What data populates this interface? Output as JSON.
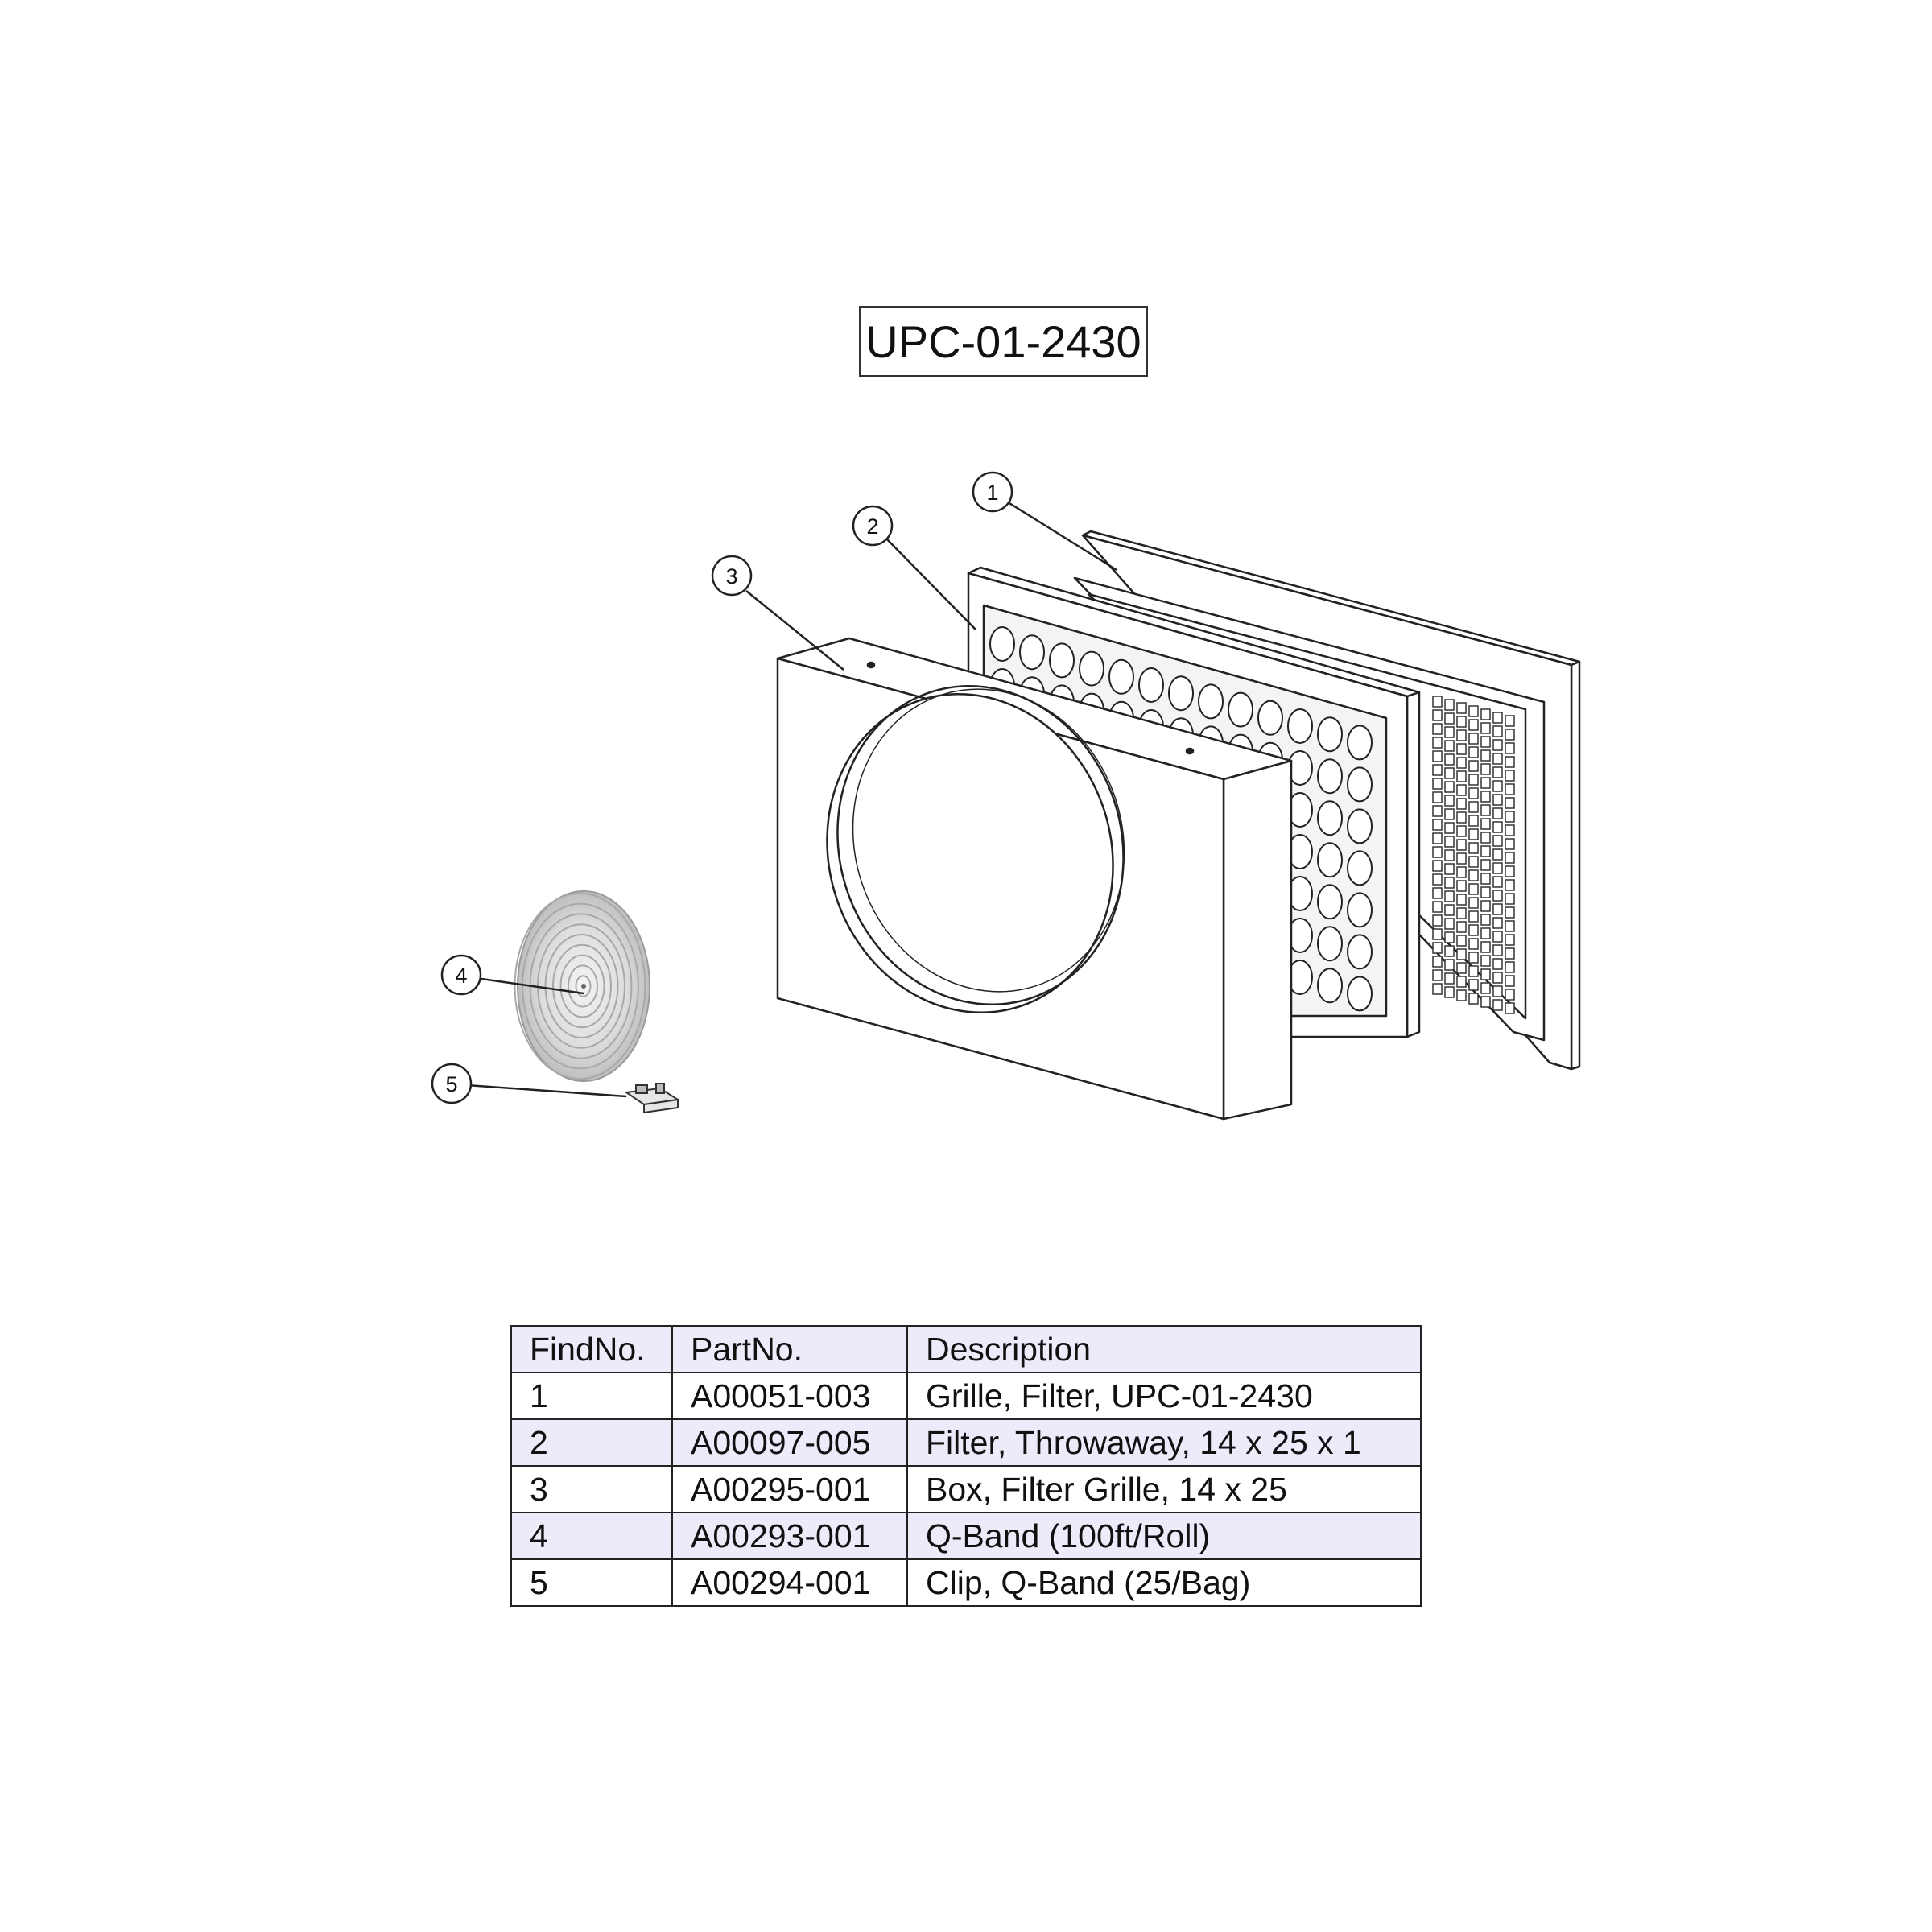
{
  "title": "UPC-01-2430",
  "callouts": {
    "c1": "1",
    "c2": "2",
    "c3": "3",
    "c4": "4",
    "c5": "5"
  },
  "table": {
    "headers": [
      "FindNo.",
      "PartNo.",
      "Description"
    ],
    "rows": [
      {
        "find": "1",
        "part": "A00051-003",
        "desc": "Grille, Filter, UPC-01-2430"
      },
      {
        "find": "2",
        "part": "A00097-005",
        "desc": "Filter, Throwaway, 14 x 25 x 1"
      },
      {
        "find": "3",
        "part": "A00295-001",
        "desc": "Box, Filter Grille, 14 x 25"
      },
      {
        "find": "4",
        "part": "A00293-001",
        "desc": "Q-Band (100ft/Roll)"
      },
      {
        "find": "5",
        "part": "A00294-001",
        "desc": "Clip, Q-Band (25/Bag)"
      }
    ]
  },
  "colors": {
    "line": "#222222",
    "table_shade": "#ebebfa",
    "band_gray": "#c8c8c8"
  }
}
